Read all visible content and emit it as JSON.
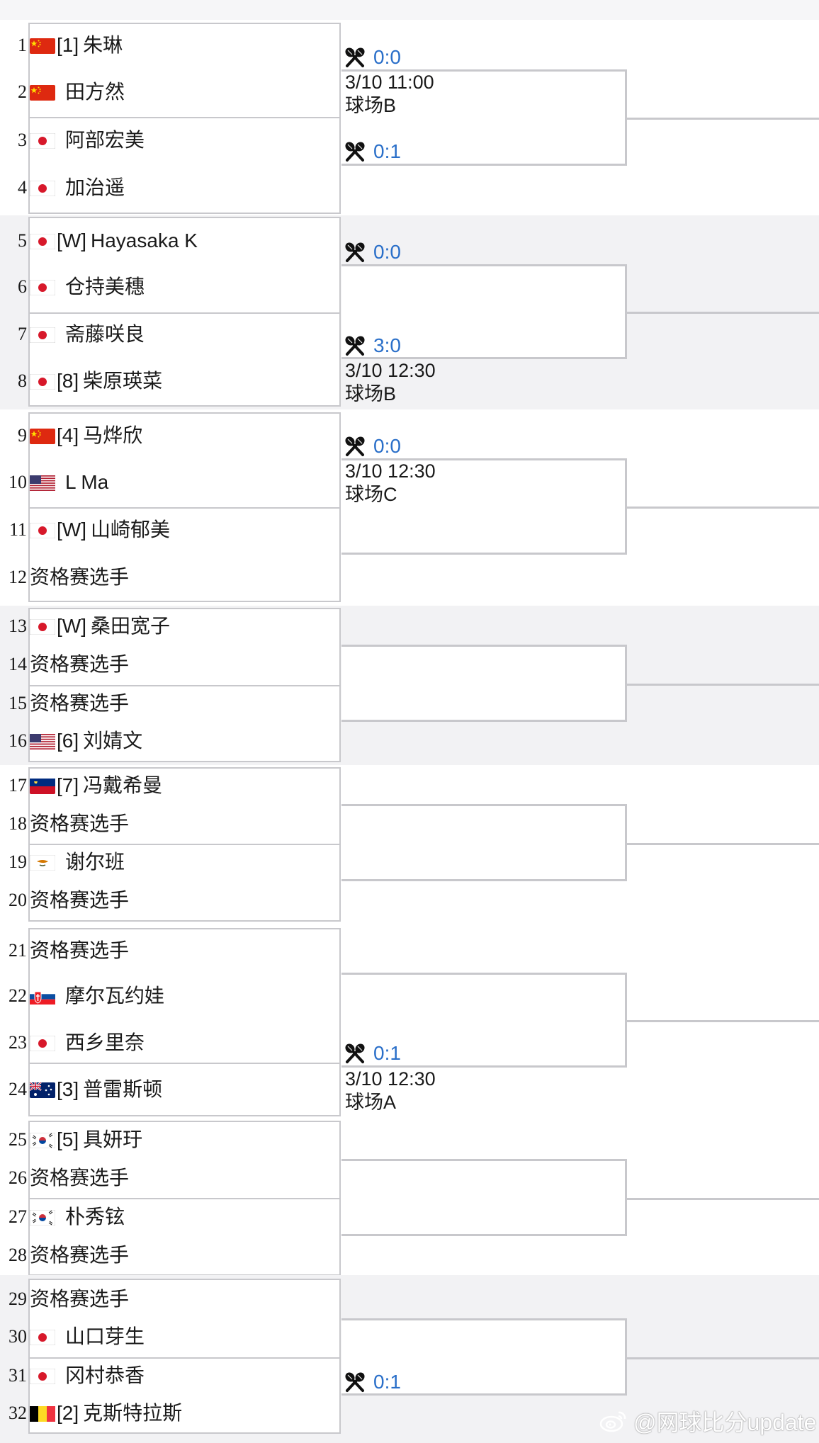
{
  "draw": {
    "players": [
      {
        "num": "1",
        "flag": "CN",
        "seed": "[1]",
        "name": "朱琳"
      },
      {
        "num": "2",
        "flag": "CN",
        "seed": "",
        "name": "田方然"
      },
      {
        "num": "3",
        "flag": "JP",
        "seed": "",
        "name": "阿部宏美"
      },
      {
        "num": "4",
        "flag": "JP",
        "seed": "",
        "name": "加治遥"
      },
      {
        "num": "5",
        "flag": "JP",
        "seed": "[W]",
        "name": "Hayasaka K"
      },
      {
        "num": "6",
        "flag": "JP",
        "seed": "",
        "name": "仓持美穗"
      },
      {
        "num": "7",
        "flag": "JP",
        "seed": "",
        "name": "斋藤咲良"
      },
      {
        "num": "8",
        "flag": "JP",
        "seed": "[8]",
        "name": "柴原瑛菜"
      },
      {
        "num": "9",
        "flag": "CN",
        "seed": "[4]",
        "name": "马烨欣"
      },
      {
        "num": "10",
        "flag": "US",
        "seed": "",
        "name": "L Ma"
      },
      {
        "num": "11",
        "flag": "JP",
        "seed": "[W]",
        "name": "山崎郁美"
      },
      {
        "num": "12",
        "flag": "",
        "seed": "",
        "name": "资格赛选手"
      },
      {
        "num": "13",
        "flag": "JP",
        "seed": "[W]",
        "name": "桑田宽子"
      },
      {
        "num": "14",
        "flag": "",
        "seed": "",
        "name": "资格赛选手"
      },
      {
        "num": "15",
        "flag": "",
        "seed": "",
        "name": "资格赛选手"
      },
      {
        "num": "16",
        "flag": "US",
        "seed": "[6]",
        "name": "刘婧文"
      },
      {
        "num": "17",
        "flag": "LI",
        "seed": "[7]",
        "name": "冯戴希曼"
      },
      {
        "num": "18",
        "flag": "",
        "seed": "",
        "name": "资格赛选手"
      },
      {
        "num": "19",
        "flag": "CY",
        "seed": "",
        "name": "谢尔班"
      },
      {
        "num": "20",
        "flag": "",
        "seed": "",
        "name": "资格赛选手"
      },
      {
        "num": "21",
        "flag": "",
        "seed": "",
        "name": "资格赛选手"
      },
      {
        "num": "22",
        "flag": "SK",
        "seed": "",
        "name": "摩尔瓦约娃"
      },
      {
        "num": "23",
        "flag": "JP",
        "seed": "",
        "name": "西乡里奈"
      },
      {
        "num": "24",
        "flag": "AU",
        "seed": "[3]",
        "name": "普雷斯顿"
      },
      {
        "num": "25",
        "flag": "KR",
        "seed": "[5]",
        "name": "具妍玗"
      },
      {
        "num": "26",
        "flag": "",
        "seed": "",
        "name": "资格赛选手"
      },
      {
        "num": "27",
        "flag": "KR",
        "seed": "",
        "name": "朴秀铉"
      },
      {
        "num": "28",
        "flag": "",
        "seed": "",
        "name": "资格赛选手"
      },
      {
        "num": "29",
        "flag": "",
        "seed": "",
        "name": "资格赛选手"
      },
      {
        "num": "30",
        "flag": "JP",
        "seed": "",
        "name": "山口芽生"
      },
      {
        "num": "31",
        "flag": "JP",
        "seed": "",
        "name": "冈村恭香"
      },
      {
        "num": "32",
        "flag": "BE",
        "seed": "[2]",
        "name": "克斯特拉斯"
      }
    ],
    "groups": [
      {
        "matches": [
          {
            "score": "0:0",
            "time": "3/10 11:00",
            "court": "球场B"
          },
          {
            "score": "0:1",
            "time": "",
            "court": ""
          }
        ]
      },
      {
        "matches": [
          {
            "score": "0:0",
            "time": "",
            "court": ""
          },
          {
            "score": "3:0",
            "time": "3/10 12:30",
            "court": "球场B"
          }
        ]
      },
      {
        "matches": [
          {
            "score": "0:0",
            "time": "3/10 12:30",
            "court": "球场C"
          },
          {
            "score": "",
            "time": "",
            "court": ""
          }
        ]
      },
      {
        "matches": [
          {
            "score": "",
            "time": "",
            "court": ""
          },
          {
            "score": "",
            "time": "",
            "court": ""
          }
        ]
      },
      {
        "matches": [
          {
            "score": "",
            "time": "",
            "court": ""
          },
          {
            "score": "",
            "time": "",
            "court": ""
          }
        ]
      },
      {
        "matches": [
          {
            "score": "",
            "time": "",
            "court": ""
          },
          {
            "score": "0:1",
            "time": "3/10 12:30",
            "court": "球场A"
          }
        ]
      },
      {
        "matches": [
          {
            "score": "",
            "time": "",
            "court": ""
          },
          {
            "score": "",
            "time": "",
            "court": ""
          }
        ]
      },
      {
        "matches": [
          {
            "score": "",
            "time": "",
            "court": ""
          },
          {
            "score": "0:1",
            "time": "",
            "court": ""
          }
        ]
      }
    ]
  },
  "watermark": "@网球比分update",
  "icons": {
    "match_icon": "crossed-rackets-icon",
    "watermark_icon": "weibo-icon"
  },
  "colors": {
    "score": "#2a6fc9",
    "border": "#c8c8cc",
    "group_bg_a": "#ffffff",
    "group_bg_b": "#f2f2f4"
  }
}
